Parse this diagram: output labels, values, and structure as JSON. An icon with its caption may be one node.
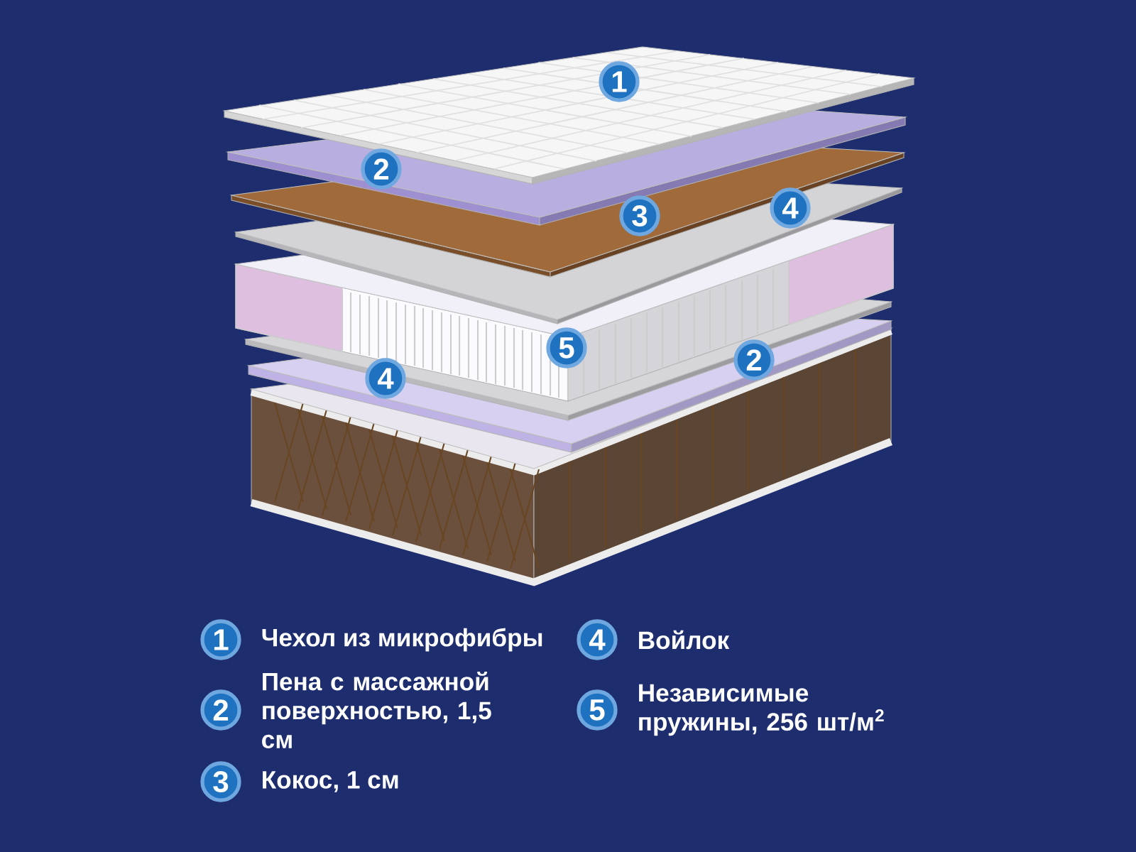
{
  "diagram": {
    "nodes": [
      {
        "text": [
          "1"
        ]
      },
      {
        "text": [
          "2"
        ]
      },
      {
        "text": [
          "3"
        ]
      },
      {
        "text": [
          "4"
        ]
      },
      {
        "text": [
          "5"
        ]
      },
      {
        "text": [
          "4"
        ]
      },
      {
        "text": [
          "2"
        ]
      },
      {
        "text": [
          "1"
        ],
        "beside": [
          "Чехол из микрофибры"
        ]
      },
      {
        "text": [
          "4"
        ],
        "beside": [
          "Войлок"
        ]
      },
      {
        "text": [
          "2"
        ],
        "beside": [
          "Пена с массажной поверхностью, 1,5 см"
        ]
      },
      {
        "text": [
          "5"
        ],
        "beside": [
          "Независимые пружины, 256 шт/м$^{2}$"
        ]
      },
      {
        "text": [
          "3"
        ],
        "beside": [
          "Кокос, 1 см"
        ]
      }
    ]
  }
}
